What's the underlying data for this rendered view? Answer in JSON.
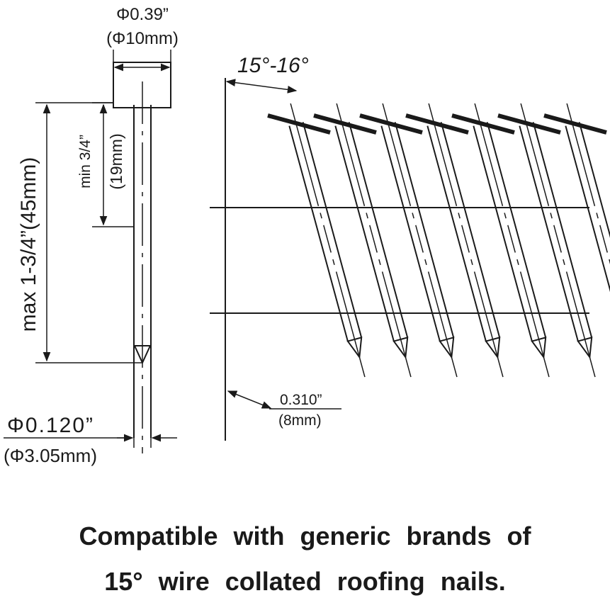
{
  "labels": {
    "head_diameter_in": "Φ0.39”",
    "head_diameter_mm": "(Φ10mm)",
    "min_length_in": "min 3/4”",
    "min_length_mm": "(19mm)",
    "max_length": "max 1-3/4”(45mm)",
    "shank_diameter_in": "Φ0.120”",
    "shank_diameter_mm": "(Φ3.05mm)",
    "collation_angle": "15°-16°",
    "spacing_in": "0.310”",
    "spacing_mm": "(8mm)"
  },
  "caption": {
    "line1": "Compatible with generic brands of",
    "line2": "15° wire collated roofing nails."
  },
  "colors": {
    "ink": "#1a1a1a",
    "background": "#ffffff"
  }
}
